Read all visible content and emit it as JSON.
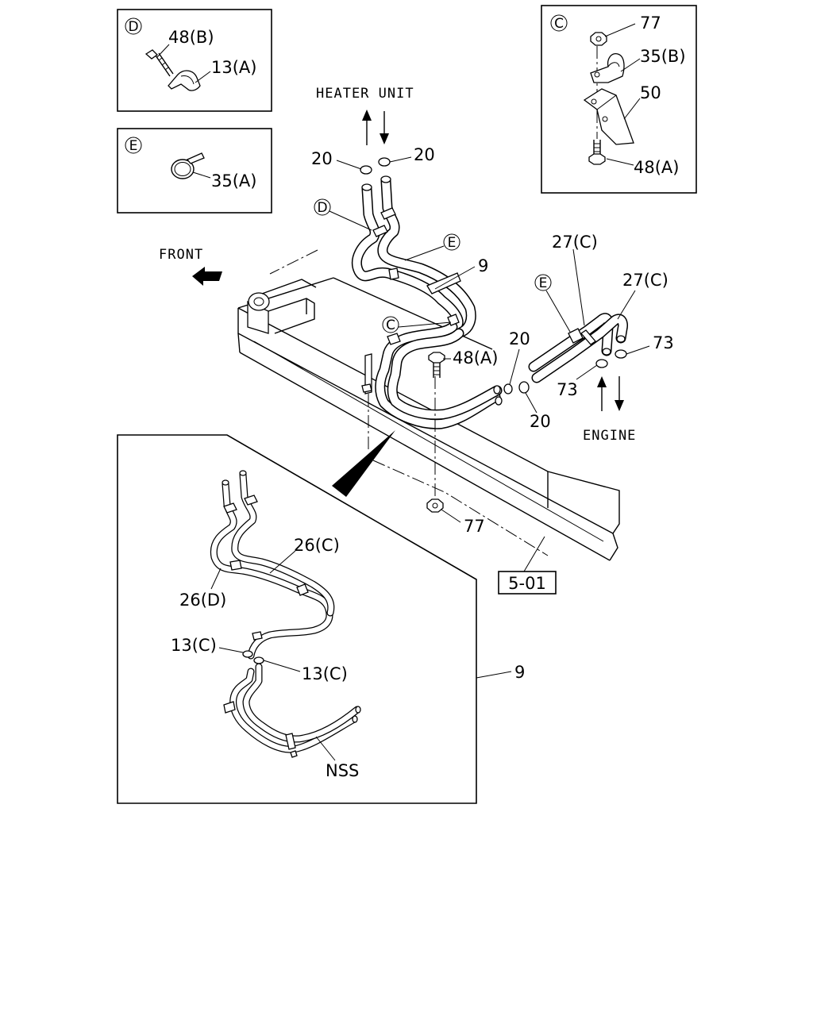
{
  "detail_d": {
    "letter": "D",
    "label_bolt": "48(B)",
    "label_clip": "13(A)"
  },
  "detail_e": {
    "letter": "E",
    "label_band": "35(A)"
  },
  "detail_c": {
    "letter": "C",
    "label_nut": "77",
    "label_clamp": "35(B)",
    "label_bracket": "50",
    "label_bolt": "48(A)"
  },
  "top": {
    "heater_unit": "HEATER UNIT",
    "clip_left": "20",
    "clip_right": "20"
  },
  "front": {
    "label": "FRONT"
  },
  "main_callouts": {
    "callout_d": "D",
    "callout_e": "E",
    "callout_c": "C",
    "hose_9": "9",
    "bolt_48a": "48(A)",
    "clip_20_upper": "20",
    "clip_20_lower": "20",
    "nut_77": "77",
    "ref_box": "5-01"
  },
  "engine_side": {
    "callout_e": "E",
    "hose_27c_a": "27(C)",
    "hose_27c_b": "27(C)",
    "clip_73_right": "73",
    "clip_73_left": "73",
    "engine": "ENGINE"
  },
  "inset": {
    "hose_26c": "26(C)",
    "hose_26d": "26(D)",
    "clip_13c_left": "13(C)",
    "clip_13c_right": "13(C)",
    "assy_9": "9",
    "nss": "NSS"
  }
}
